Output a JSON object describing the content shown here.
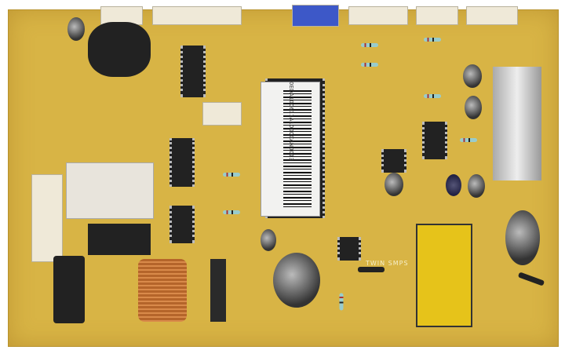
{
  "image": {
    "subject": "pcb",
    "label_text": "0EDA100611A1000CAN0013",
    "silkscreen_text": "TWIN SMPS",
    "colors": {
      "board": "#d8b445",
      "label": "#f2f2f0",
      "transformer": "#e6c31a"
    }
  }
}
